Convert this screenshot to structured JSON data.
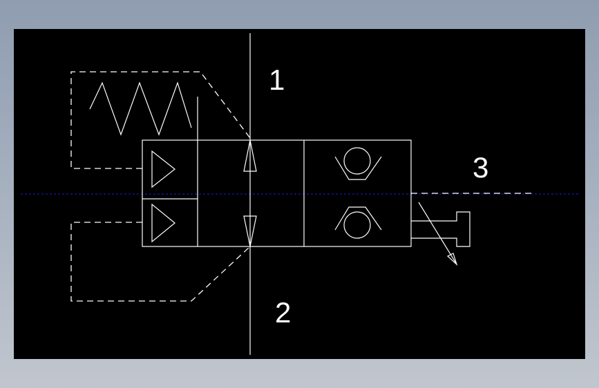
{
  "diagram": {
    "ports": {
      "p1": "1",
      "p2": "2",
      "p3": "3"
    },
    "colors": {
      "background": "#000000",
      "lines": "#ffffff",
      "centerline": "#1818a8",
      "frame": "#9aa6b6"
    },
    "icons": {
      "spring": "spring-icon",
      "check_valve": "check-valve-icon",
      "arrow": "flow-arrow-icon",
      "pilot": "pilot-triangle-icon",
      "variable": "variable-adjust-icon"
    }
  }
}
